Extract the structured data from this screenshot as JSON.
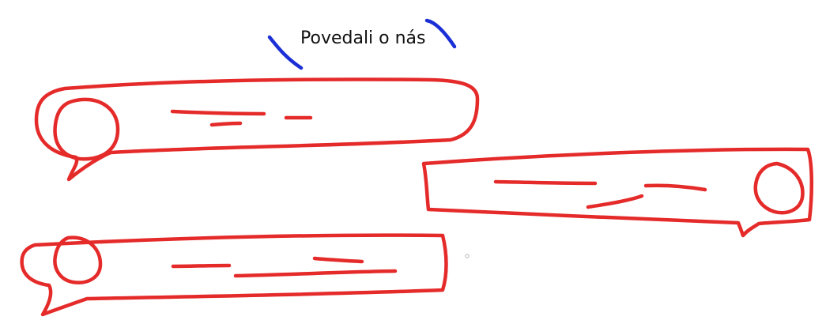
{
  "heading": {
    "text": "Povedali o nás"
  },
  "colors": {
    "ink_red": "#e52a2a",
    "ink_blue": "#1a2fd6",
    "dot_gray": "#b5b5b5",
    "text": "#111111"
  },
  "sketch": {
    "bubbles": [
      {
        "tail": "bottom-left",
        "avatar": "left",
        "text_lines": 2
      },
      {
        "tail": "bottom-right",
        "avatar": "right",
        "text_lines": 2
      },
      {
        "tail": "bottom-left",
        "avatar": "left",
        "text_lines": 2
      }
    ]
  }
}
